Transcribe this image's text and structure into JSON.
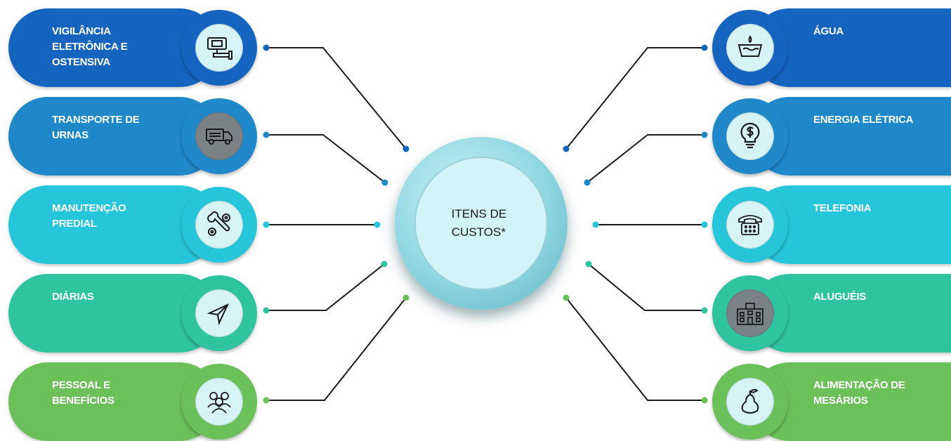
{
  "center": {
    "label": "ITENS DE\nCUSTOS*"
  },
  "left_items": [
    {
      "label": "VIGILÂNCIA\nELETRÔNICA E\nOSTENSIVA",
      "icon": "cctv-camera-icon",
      "color": "#1565c0"
    },
    {
      "label": "TRANSPORTE DE\nURNAS",
      "icon": "truck-icon",
      "color": "#1e88c8"
    },
    {
      "label": "MANUTENÇÃO\nPREDIAL",
      "icon": "wrench-gears-icon",
      "color": "#26c6da"
    },
    {
      "label": "DIÁRIAS",
      "icon": "paper-plane-icon",
      "color": "#2ec4a0"
    },
    {
      "label": "PESSOAL E\nBENEFÍCIOS",
      "icon": "people-group-icon",
      "color": "#6cc05a"
    }
  ],
  "right_items": [
    {
      "label": "ÁGUA",
      "icon": "water-basin-icon",
      "color": "#1565c0"
    },
    {
      "label": "ENERGIA ELÉTRICA",
      "icon": "lightbulb-dollar-icon",
      "color": "#1e88c8"
    },
    {
      "label": "TELEFONIA",
      "icon": "telephone-icon",
      "color": "#26c6da"
    },
    {
      "label": "ALUGUÉIS",
      "icon": "building-icon",
      "color": "#2ec4a0"
    },
    {
      "label": "ALIMENTAÇÃO DE\nMESÁRIOS",
      "icon": "pear-icon",
      "color": "#6cc05a"
    }
  ]
}
